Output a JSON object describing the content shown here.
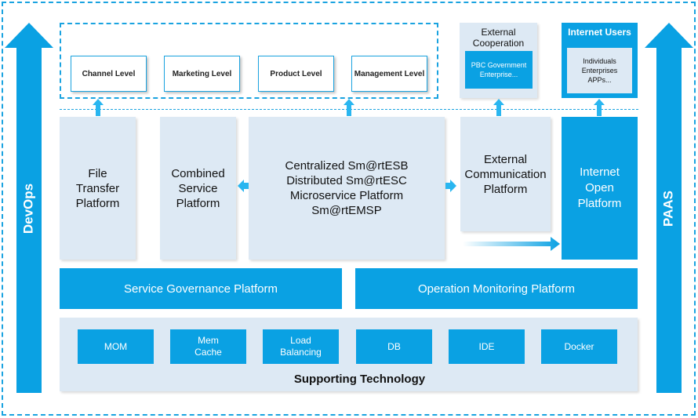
{
  "side": {
    "left_label": "DevOps",
    "right_label": "PAAS"
  },
  "top_levels": [
    "Channel Level",
    "Marketing Level",
    "Product Level",
    "Management Level"
  ],
  "external_cooperation": {
    "title_line1": "External",
    "title_line2": "Cooperation",
    "inner_line1": "PBC Government",
    "inner_line2": "Enterprise..."
  },
  "internet_users": {
    "title": "Internet Users",
    "line1": "Individuals",
    "line2": "Enterprises",
    "line3": "APPs..."
  },
  "platforms": {
    "file_transfer": [
      "File",
      "Transfer",
      "Platform"
    ],
    "combined_service": [
      "Combined",
      "Service",
      "Platform"
    ],
    "central": [
      "Centralized Sm@rtESB",
      "Distributed Sm@rtESC",
      "Microservice Platform",
      "Sm@rtEMSP"
    ],
    "external_comm": [
      "External",
      "Communication",
      "Platform"
    ],
    "internet_open": [
      "Internet",
      "Open",
      "Platform"
    ]
  },
  "governance": "Service Governance Platform",
  "monitoring": "Operation Monitoring Platform",
  "technologies": [
    [
      "MOM"
    ],
    [
      "Mem",
      "Cache"
    ],
    [
      "Load",
      "Balancing"
    ],
    [
      "DB"
    ],
    [
      "IDE"
    ],
    [
      "Docker"
    ]
  ],
  "supporting_title": "Supporting Technology",
  "colors": {
    "accent": "#0aa1e3",
    "pale": "#dde9f4",
    "border": "#1aa3e0"
  }
}
